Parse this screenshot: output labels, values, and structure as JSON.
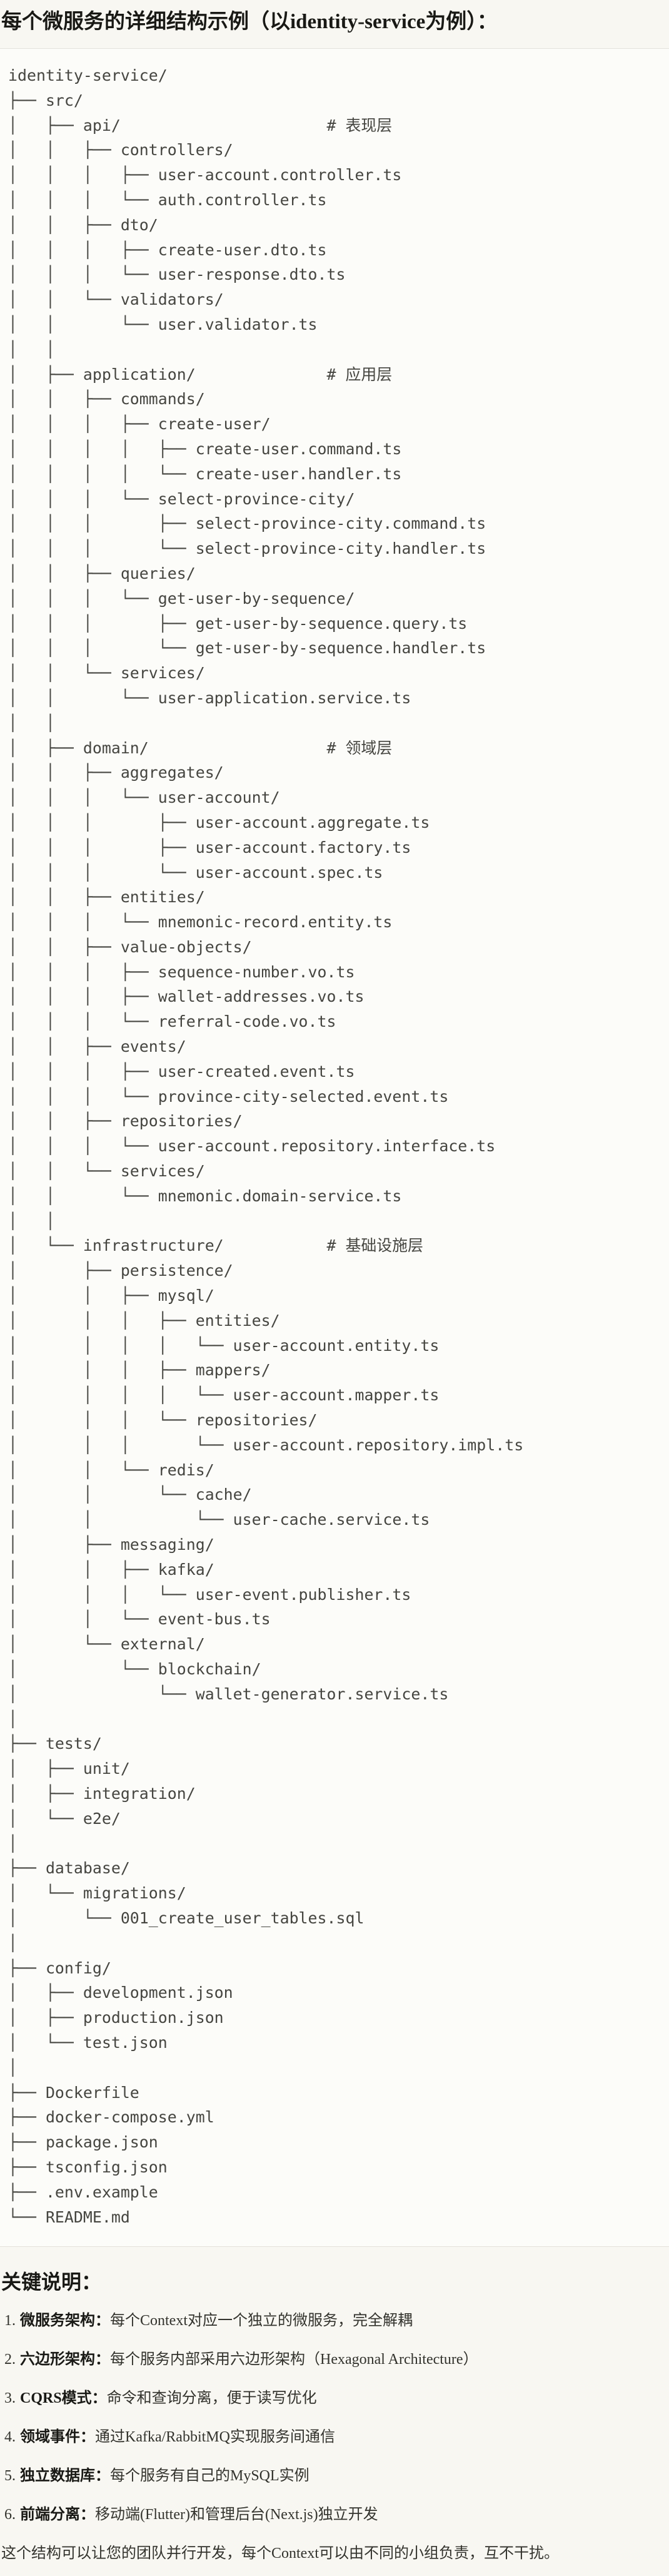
{
  "page": {
    "title": "每个微服务的详细结构示例（以identity-service为例）："
  },
  "code_block": {
    "tree_lines": [
      "identity-service/",
      "├── src/",
      "│   ├── api/                      # 表现层",
      "│   │   ├── controllers/",
      "│   │   │   ├── user-account.controller.ts",
      "│   │   │   └── auth.controller.ts",
      "│   │   ├── dto/",
      "│   │   │   ├── create-user.dto.ts",
      "│   │   │   └── user-response.dto.ts",
      "│   │   └── validators/",
      "│   │       └── user.validator.ts",
      "│   │",
      "│   ├── application/              # 应用层",
      "│   │   ├── commands/",
      "│   │   │   ├── create-user/",
      "│   │   │   │   ├── create-user.command.ts",
      "│   │   │   │   └── create-user.handler.ts",
      "│   │   │   └── select-province-city/",
      "│   │   │       ├── select-province-city.command.ts",
      "│   │   │       └── select-province-city.handler.ts",
      "│   │   ├── queries/",
      "│   │   │   └── get-user-by-sequence/",
      "│   │   │       ├── get-user-by-sequence.query.ts",
      "│   │   │       └── get-user-by-sequence.handler.ts",
      "│   │   └── services/",
      "│   │       └── user-application.service.ts",
      "│   │",
      "│   ├── domain/                   # 领域层",
      "│   │   ├── aggregates/",
      "│   │   │   └── user-account/",
      "│   │   │       ├── user-account.aggregate.ts",
      "│   │   │       ├── user-account.factory.ts",
      "│   │   │       └── user-account.spec.ts",
      "│   │   ├── entities/",
      "│   │   │   └── mnemonic-record.entity.ts",
      "│   │   ├── value-objects/",
      "│   │   │   ├── sequence-number.vo.ts",
      "│   │   │   ├── wallet-addresses.vo.ts",
      "│   │   │   └── referral-code.vo.ts",
      "│   │   ├── events/",
      "│   │   │   ├── user-created.event.ts",
      "│   │   │   └── province-city-selected.event.ts",
      "│   │   ├── repositories/",
      "│   │   │   └── user-account.repository.interface.ts",
      "│   │   └── services/",
      "│   │       └── mnemonic.domain-service.ts",
      "│   │",
      "│   └── infrastructure/           # 基础设施层",
      "│       ├── persistence/",
      "│       │   ├── mysql/",
      "│       │   │   ├── entities/",
      "│       │   │   │   └── user-account.entity.ts",
      "│       │   │   ├── mappers/",
      "│       │   │   │   └── user-account.mapper.ts",
      "│       │   │   └── repositories/",
      "│       │   │       └── user-account.repository.impl.ts",
      "│       │   └── redis/",
      "│       │       └── cache/",
      "│       │           └── user-cache.service.ts",
      "│       ├── messaging/",
      "│       │   ├── kafka/",
      "│       │   │   └── user-event.publisher.ts",
      "│       │   └── event-bus.ts",
      "│       └── external/",
      "│           └── blockchain/",
      "│               └── wallet-generator.service.ts",
      "│",
      "├── tests/",
      "│   ├── unit/",
      "│   ├── integration/",
      "│   └── e2e/",
      "│",
      "├── database/",
      "│   └── migrations/",
      "│       └── 001_create_user_tables.sql",
      "│",
      "├── config/",
      "│   ├── development.json",
      "│   ├── production.json",
      "│   └── test.json",
      "│",
      "├── Dockerfile",
      "├── docker-compose.yml",
      "├── package.json",
      "├── tsconfig.json",
      "├── .env.example",
      "└── README.md"
    ]
  },
  "notes": {
    "heading": "关键说明：",
    "items": [
      {
        "num": "1.",
        "term": "微服务架构：",
        "desc": "每个Context对应一个独立的微服务，完全解耦"
      },
      {
        "num": "2.",
        "term": "六边形架构：",
        "desc": "每个服务内部采用六边形架构（Hexagonal Architecture）"
      },
      {
        "num": "3.",
        "term": "CQRS模式：",
        "desc": "命令和查询分离，便于读写优化"
      },
      {
        "num": "4.",
        "term": "领域事件：",
        "desc": "通过Kafka/RabbitMQ实现服务间通信"
      },
      {
        "num": "5.",
        "term": "独立数据库：",
        "desc": "每个服务有自己的MySQL实例"
      },
      {
        "num": "6.",
        "term": "前端分离：",
        "desc": "移动端(Flutter)和管理后台(Next.js)独立开发"
      }
    ],
    "footer": "这个结构可以让您的团队并行开发，每个Context可以由不同的小组负责，互不干扰。"
  },
  "colors": {
    "page_background": "#F8F7F2",
    "code_background": "#FCFCF9",
    "divider_border": "#E4E2DC",
    "heading_text": "#191915",
    "body_text": "#33332D",
    "code_text": "#454540"
  }
}
